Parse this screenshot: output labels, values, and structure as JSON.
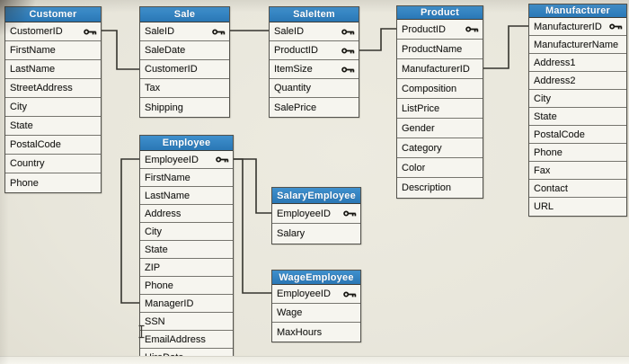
{
  "diagram": {
    "colors": {
      "header_blue": "#2e80c1",
      "row_background": "#f6f5ef",
      "line_color": "#35342e",
      "canvas_background": "#e8e6db"
    },
    "tables": [
      {
        "id": "customer",
        "title": "Customer",
        "fields": [
          {
            "label": "CustomerID",
            "key": true
          },
          {
            "label": "FirstName",
            "key": false
          },
          {
            "label": "LastName",
            "key": false
          },
          {
            "label": "StreetAddress",
            "key": false
          },
          {
            "label": "City",
            "key": false
          },
          {
            "label": "State",
            "key": false
          },
          {
            "label": "PostalCode",
            "key": false
          },
          {
            "label": "Country",
            "key": false
          },
          {
            "label": "Phone",
            "key": false
          }
        ]
      },
      {
        "id": "sale",
        "title": "Sale",
        "fields": [
          {
            "label": "SaleID",
            "key": true
          },
          {
            "label": "SaleDate",
            "key": false
          },
          {
            "label": "CustomerID",
            "key": false
          },
          {
            "label": "Tax",
            "key": false
          },
          {
            "label": "Shipping",
            "key": false
          }
        ]
      },
      {
        "id": "saleitem",
        "title": "SaleItem",
        "fields": [
          {
            "label": "SaleID",
            "key": true
          },
          {
            "label": "ProductID",
            "key": true
          },
          {
            "label": "ItemSize",
            "key": true
          },
          {
            "label": "Quantity",
            "key": false
          },
          {
            "label": "SalePrice",
            "key": false
          }
        ]
      },
      {
        "id": "product",
        "title": "Product",
        "fields": [
          {
            "label": "ProductID",
            "key": true
          },
          {
            "label": "ProductName",
            "key": false
          },
          {
            "label": "ManufacturerID",
            "key": false
          },
          {
            "label": "Composition",
            "key": false
          },
          {
            "label": "ListPrice",
            "key": false
          },
          {
            "label": "Gender",
            "key": false
          },
          {
            "label": "Category",
            "key": false
          },
          {
            "label": "Color",
            "key": false
          },
          {
            "label": "Description",
            "key": false
          }
        ]
      },
      {
        "id": "manufacturer",
        "title": "Manufacturer",
        "fields": [
          {
            "label": "ManufacturerID",
            "key": true
          },
          {
            "label": "ManufacturerName",
            "key": false
          },
          {
            "label": "Address1",
            "key": false
          },
          {
            "label": "Address2",
            "key": false
          },
          {
            "label": "City",
            "key": false
          },
          {
            "label": "State",
            "key": false
          },
          {
            "label": "PostalCode",
            "key": false
          },
          {
            "label": "Phone",
            "key": false
          },
          {
            "label": "Fax",
            "key": false
          },
          {
            "label": "Contact",
            "key": false
          },
          {
            "label": "URL",
            "key": false
          }
        ]
      },
      {
        "id": "employee",
        "title": "Employee",
        "fields": [
          {
            "label": "EmployeeID",
            "key": true
          },
          {
            "label": "FirstName",
            "key": false
          },
          {
            "label": "LastName",
            "key": false
          },
          {
            "label": "Address",
            "key": false
          },
          {
            "label": "City",
            "key": false
          },
          {
            "label": "State",
            "key": false
          },
          {
            "label": "ZIP",
            "key": false
          },
          {
            "label": "Phone",
            "key": false
          },
          {
            "label": "ManagerID",
            "key": false
          },
          {
            "label": "SSN",
            "key": false
          },
          {
            "label": "EmailAddress",
            "key": false
          },
          {
            "label": "HireDate",
            "key": false
          }
        ]
      },
      {
        "id": "salaryemployee",
        "title": "SalaryEmployee",
        "fields": [
          {
            "label": "EmployeeID",
            "key": true
          },
          {
            "label": "Salary",
            "key": false
          }
        ]
      },
      {
        "id": "wageemployee",
        "title": "WageEmployee",
        "fields": [
          {
            "label": "EmployeeID",
            "key": true
          },
          {
            "label": "Wage",
            "key": false
          },
          {
            "label": "MaxHours",
            "key": false
          }
        ]
      }
    ],
    "connections": [
      {
        "id": "customer-sale",
        "from": "Customer.CustomerID",
        "to": "Sale.CustomerID"
      },
      {
        "id": "sale-saleitem",
        "from": "Sale.SaleID",
        "to": "SaleItem.SaleID"
      },
      {
        "id": "saleitem-product",
        "from": "SaleItem.ProductID",
        "to": "Product.ProductID"
      },
      {
        "id": "product-manufacturer",
        "from": "Product.ManufacturerID",
        "to": "Manufacturer.ManufacturerID"
      },
      {
        "id": "employee-self",
        "from": "Employee.EmployeeID",
        "to": "Employee.ManagerID"
      },
      {
        "id": "employee-salaryemployee",
        "from": "Employee.EmployeeID",
        "to": "SalaryEmployee.EmployeeID"
      },
      {
        "id": "employee-wageemployee",
        "from": "Employee.EmployeeID",
        "to": "WageEmployee.EmployeeID"
      }
    ]
  }
}
